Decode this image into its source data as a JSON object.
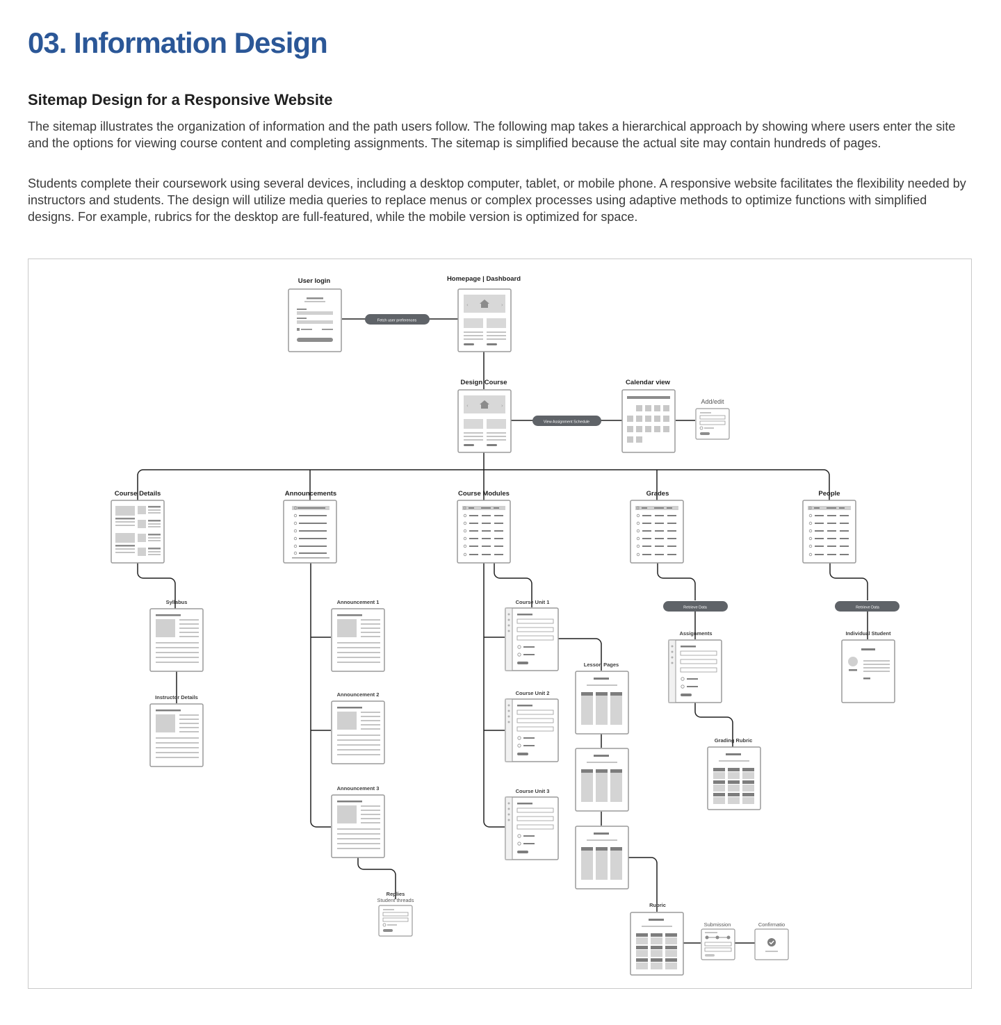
{
  "header": {
    "title": "03. Information Design",
    "subtitle": "Sitemap Design for a Responsive Website",
    "paragraphs": [
      "The sitemap illustrates the organization of information and the path users follow. The following map takes a hierarchical approach by showing where users enter the site and the options for viewing course content and completing assignments. The sitemap is simplified because the actual site may contain hundreds of pages.",
      "Students complete their coursework using several devices, including a desktop computer, tablet, or mobile phone. A responsive website facilitates the flexibility needed by instructors and students. The design will utilize media queries to replace menus or complex processes using adaptive methods to optimize functions with simplified designs. For example, rubrics for the desktop are full-featured, while the mobile version is optimized for space."
    ]
  },
  "sitemap": {
    "nodes": {
      "user_login": "User login",
      "homepage": "Homepage | Dashboard",
      "design_course": "Design Course",
      "calendar_view": "Calendar view",
      "add_edit": "Add/edit",
      "course_details": "Course Details",
      "announcements": "Announcements",
      "course_modules": "Course Modules",
      "grades": "Grades",
      "people": "People",
      "syllabus": "Syllabus",
      "instructor_details": "Instructor Details",
      "announcement_1": "Announcement 1",
      "announcement_2": "Announcement 2",
      "announcement_3": "Announcement 3",
      "replies": "Replies",
      "replies_sub": "Student threads",
      "course_unit_1": "Course Unit 1",
      "course_unit_2": "Course Unit 2",
      "course_unit_3": "Course Unit 3",
      "lesson_pages": "Lesson Pages",
      "rubric": "Rubric",
      "submission": "Submission",
      "confirmation": "Confirmatio",
      "assignments": "Assignments",
      "grading_rubric": "Grading Rubric",
      "individual_student": "Individual Student"
    },
    "connectors": {
      "fetch_prefs": "Fetch user preferences",
      "view_schedule": "View Assignment Schedule",
      "retrieve_data_grades": "Retrieve Data",
      "retrieve_data_people": "Retrieve Data"
    }
  }
}
